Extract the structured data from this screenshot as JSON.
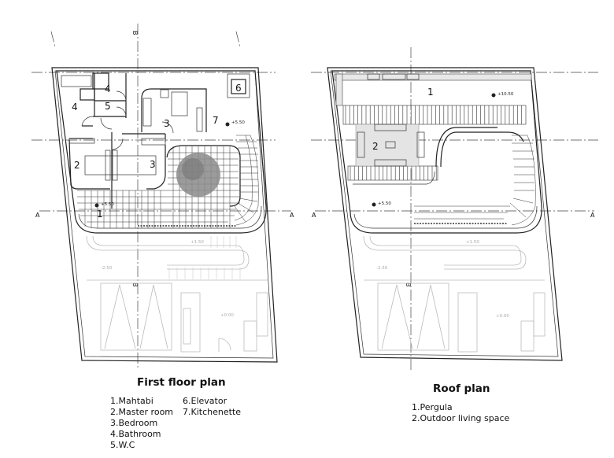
{
  "first_floor": {
    "title": "First floor plan",
    "legend": [
      "1.Mahtabi",
      "2.Master room",
      "3.Bedroom",
      "4.Bathroom",
      "5.W.C",
      "6.Elevator",
      "7.Kitchenette"
    ],
    "room_labels": [
      "1",
      "2",
      "3",
      "3",
      "4",
      "4",
      "5",
      "6",
      "7"
    ],
    "levels": [
      "+5.50",
      "+5.50"
    ]
  },
  "roof": {
    "title": "Roof plan",
    "legend": [
      "1.Pergula",
      "2.Outdoor living space"
    ],
    "room_labels": [
      "1",
      "2"
    ],
    "levels": [
      "+10.50",
      "+5.50"
    ]
  },
  "ground_levels": [
    "+1.50",
    "-2.50",
    "+0.00"
  ],
  "section_markers": {
    "a": "A",
    "b": "B"
  }
}
